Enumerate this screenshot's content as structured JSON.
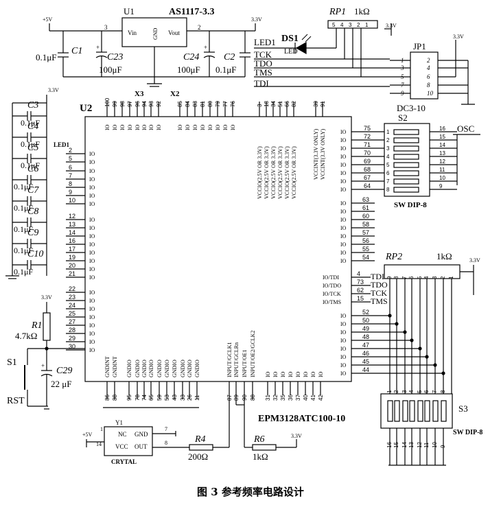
{
  "power": {
    "u1_ref": "U1",
    "u1_part": "AS1117-3.3",
    "vin": "Vin",
    "gnd": "GND",
    "vout": "Vout",
    "pin3": "3",
    "pin2": "2",
    "p5v": "+5V",
    "p33": "3.3V",
    "c1": "C1",
    "c1_val": "0.1μF",
    "c23": "C23",
    "c23_val": "100μF",
    "c24": "C24",
    "c24_val": "100μF",
    "c2": "C2",
    "c2_val": "0.1μF"
  },
  "rp1": {
    "ref": "RP1",
    "value": "1kΩ",
    "pins": [
      "5",
      "4",
      "3",
      "2",
      "1"
    ],
    "p33": "3.3V",
    "led1": "LED1",
    "ds1": "DS1",
    "led": "LED",
    "tck": "TCK",
    "tdo": "TDO",
    "tms": "TMS",
    "tdi": "TDI"
  },
  "jp1": {
    "ref": "JP1",
    "part": "DC3-10",
    "p33": "3.3V",
    "left_pins": [
      "1",
      "3",
      "5",
      "7",
      "9"
    ],
    "right_pins": [
      "2",
      "4",
      "6",
      "8",
      "10"
    ]
  },
  "bypass": {
    "p33": "3.3V",
    "caps": [
      "C3",
      "C4",
      "C5",
      "C6",
      "C7",
      "C8",
      "C9",
      "C10"
    ],
    "value": "0.1μF"
  },
  "u2": {
    "ref": "U2",
    "x3": "X3",
    "x2": "X2",
    "part": "EPM3128ATC100-10",
    "top_pins": [
      "100",
      "99",
      "98",
      "97",
      "96",
      "94",
      "93",
      "92",
      "85",
      "84",
      "83",
      "81",
      "80",
      "79",
      "77",
      "76",
      "3",
      "18",
      "34",
      "51",
      "66",
      "82",
      "39",
      "91"
    ],
    "vccio": "VCCIO(2.5V OR 3.3V)",
    "vccint": "VCCINT(3.3V ONLY)",
    "io": "IO",
    "led_net": "LED1",
    "left_pins": [
      "2",
      "5",
      "6",
      "7",
      "8",
      "9",
      "10",
      "12",
      "13",
      "14",
      "16",
      "17",
      "19",
      "20",
      "21",
      "22",
      "23",
      "24",
      "25",
      "27",
      "28",
      "29",
      "30"
    ],
    "bottom_gnd_pins": [
      "86",
      "88",
      "95",
      "78",
      "74",
      "65",
      "59",
      "53",
      "43",
      "33",
      "26",
      "11"
    ],
    "bottom_gnd_labels": [
      "GNDINT",
      "GNDINT",
      "GNDIO",
      "GNDIO",
      "GNDIO",
      "GNDIO",
      "GNDIO",
      "GNDIO",
      "GNDIO",
      "GNDIO",
      "GNDIO",
      "GNDIO"
    ],
    "bottom_in_pins": [
      "87",
      "89",
      "90",
      "88"
    ],
    "bottom_in_labels": [
      "INPUT/GCLK1",
      "INPUT/GCLRn",
      "INPUT/OE1",
      "INPUT/OE2/GCLK2"
    ],
    "bottom_io_pins": [
      "31",
      "32",
      "35",
      "36",
      "37",
      "40",
      "41",
      "42"
    ],
    "right_dip_pins": [
      "75",
      "72",
      "71",
      "70",
      "69",
      "68",
      "67",
      "64"
    ],
    "right_io_pins": [
      "63",
      "61",
      "60",
      "58",
      "57",
      "56",
      "55",
      "54"
    ],
    "jtag_pins": [
      "4",
      "73",
      "62",
      "15"
    ],
    "jtag_labels": [
      "IO/TDI",
      "IO/TDO",
      "IO/TCK",
      "IO/TMS"
    ],
    "jtag_nets": [
      "TDI",
      "TDO",
      "TCK",
      "TMS"
    ],
    "s3_pins": [
      "52",
      "50",
      "49",
      "48",
      "47",
      "46",
      "45",
      "44"
    ]
  },
  "s2": {
    "ref": "S2",
    "part": "SW DIP-8",
    "osc": "OSC",
    "left": [
      "1",
      "2",
      "3",
      "4",
      "5",
      "6",
      "7",
      "8"
    ],
    "right": [
      "16",
      "15",
      "14",
      "13",
      "12",
      "11",
      "10",
      "9"
    ]
  },
  "rp2": {
    "ref": "RP2",
    "value": "1kΩ",
    "p33": "3.3V",
    "pins": [
      "9",
      "8",
      "7",
      "6",
      "5",
      "4",
      "3",
      "2",
      "1"
    ]
  },
  "s3": {
    "ref": "S3",
    "part": "SW DIP-8",
    "top": [
      "1",
      "2",
      "3",
      "4",
      "5",
      "6",
      "7",
      "8"
    ],
    "bottom": [
      "16",
      "15",
      "14",
      "13",
      "12",
      "11",
      "10",
      "9"
    ]
  },
  "reset": {
    "p33": "3.3V",
    "r1": "R1",
    "r1_val": "4.7kΩ",
    "s1": "S1",
    "rst": "RST",
    "c29": "C29",
    "c29_val": "22 μF"
  },
  "osc": {
    "ref": "Y1",
    "nc": "NC",
    "gnd": "GND",
    "vcc": "VCC",
    "out": "OUT",
    "crytal": "CRYTAL",
    "p5v": "+5V",
    "pin1": "1",
    "pin14": "14",
    "pin7": "7",
    "pin8": "8",
    "r4": "R4",
    "r4_val": "200Ω",
    "r6": "R6",
    "r6_val": "1kΩ",
    "p33": "3.3V"
  },
  "caption": "图 3  参考频率电路设计"
}
